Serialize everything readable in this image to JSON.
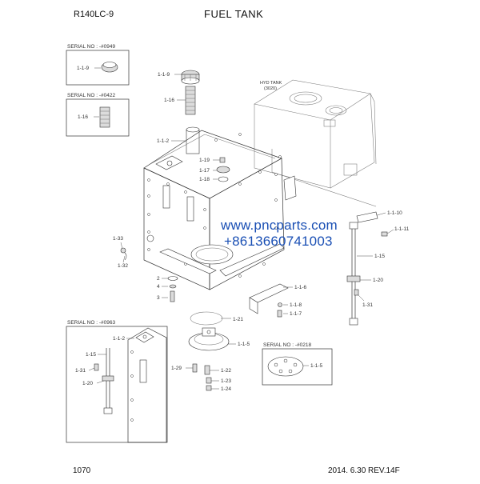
{
  "header": {
    "model": "R140LC-9",
    "title": "FUEL TANK"
  },
  "footer": {
    "page": "1070",
    "revision": "2014. 6.30  REV.14F"
  },
  "watermark": {
    "line1": "www.pncparts.com",
    "line2": "+8613660741003"
  },
  "boxes": {
    "b1": {
      "serial": "SERIAL NO : -#0949",
      "label": "1-1-9"
    },
    "b2": {
      "serial": "SERIAL NO : -#0422",
      "label": "1-16"
    },
    "b3": {
      "serial": "SERIAL NO : -#0963",
      "labels": [
        "1-1-2",
        "1-15",
        "1-31",
        "1-20"
      ]
    },
    "b4": {
      "serial": "SERIAL NO : -#0218",
      "label": "1-1-5"
    }
  },
  "hyd_tank": {
    "line1": "HYD TANK",
    "line2": "(3020)"
  },
  "callouts": {
    "c_119": "1-1-9",
    "c_116": "1-16",
    "c_112": "1-1-2",
    "c_119b": "1-19",
    "c_117": "1-17",
    "c_118": "1-18",
    "c_1110": "1-1-10",
    "c_1111": "1-1-11",
    "c_133": "1-33",
    "c_132": "1-32",
    "c_115": "1-15",
    "c_2": "2",
    "c_4": "4",
    "c_3": "3",
    "c_116b": "1-1-6",
    "c_118b": "1-1-8",
    "c_117b": "1-1-7",
    "c_120": "1-20",
    "c_131": "1-31",
    "c_121": "1-21",
    "c_115b": "1-1-5",
    "c_129": "1-29",
    "c_122": "1-22",
    "c_123": "1-23",
    "c_124": "1-24"
  }
}
